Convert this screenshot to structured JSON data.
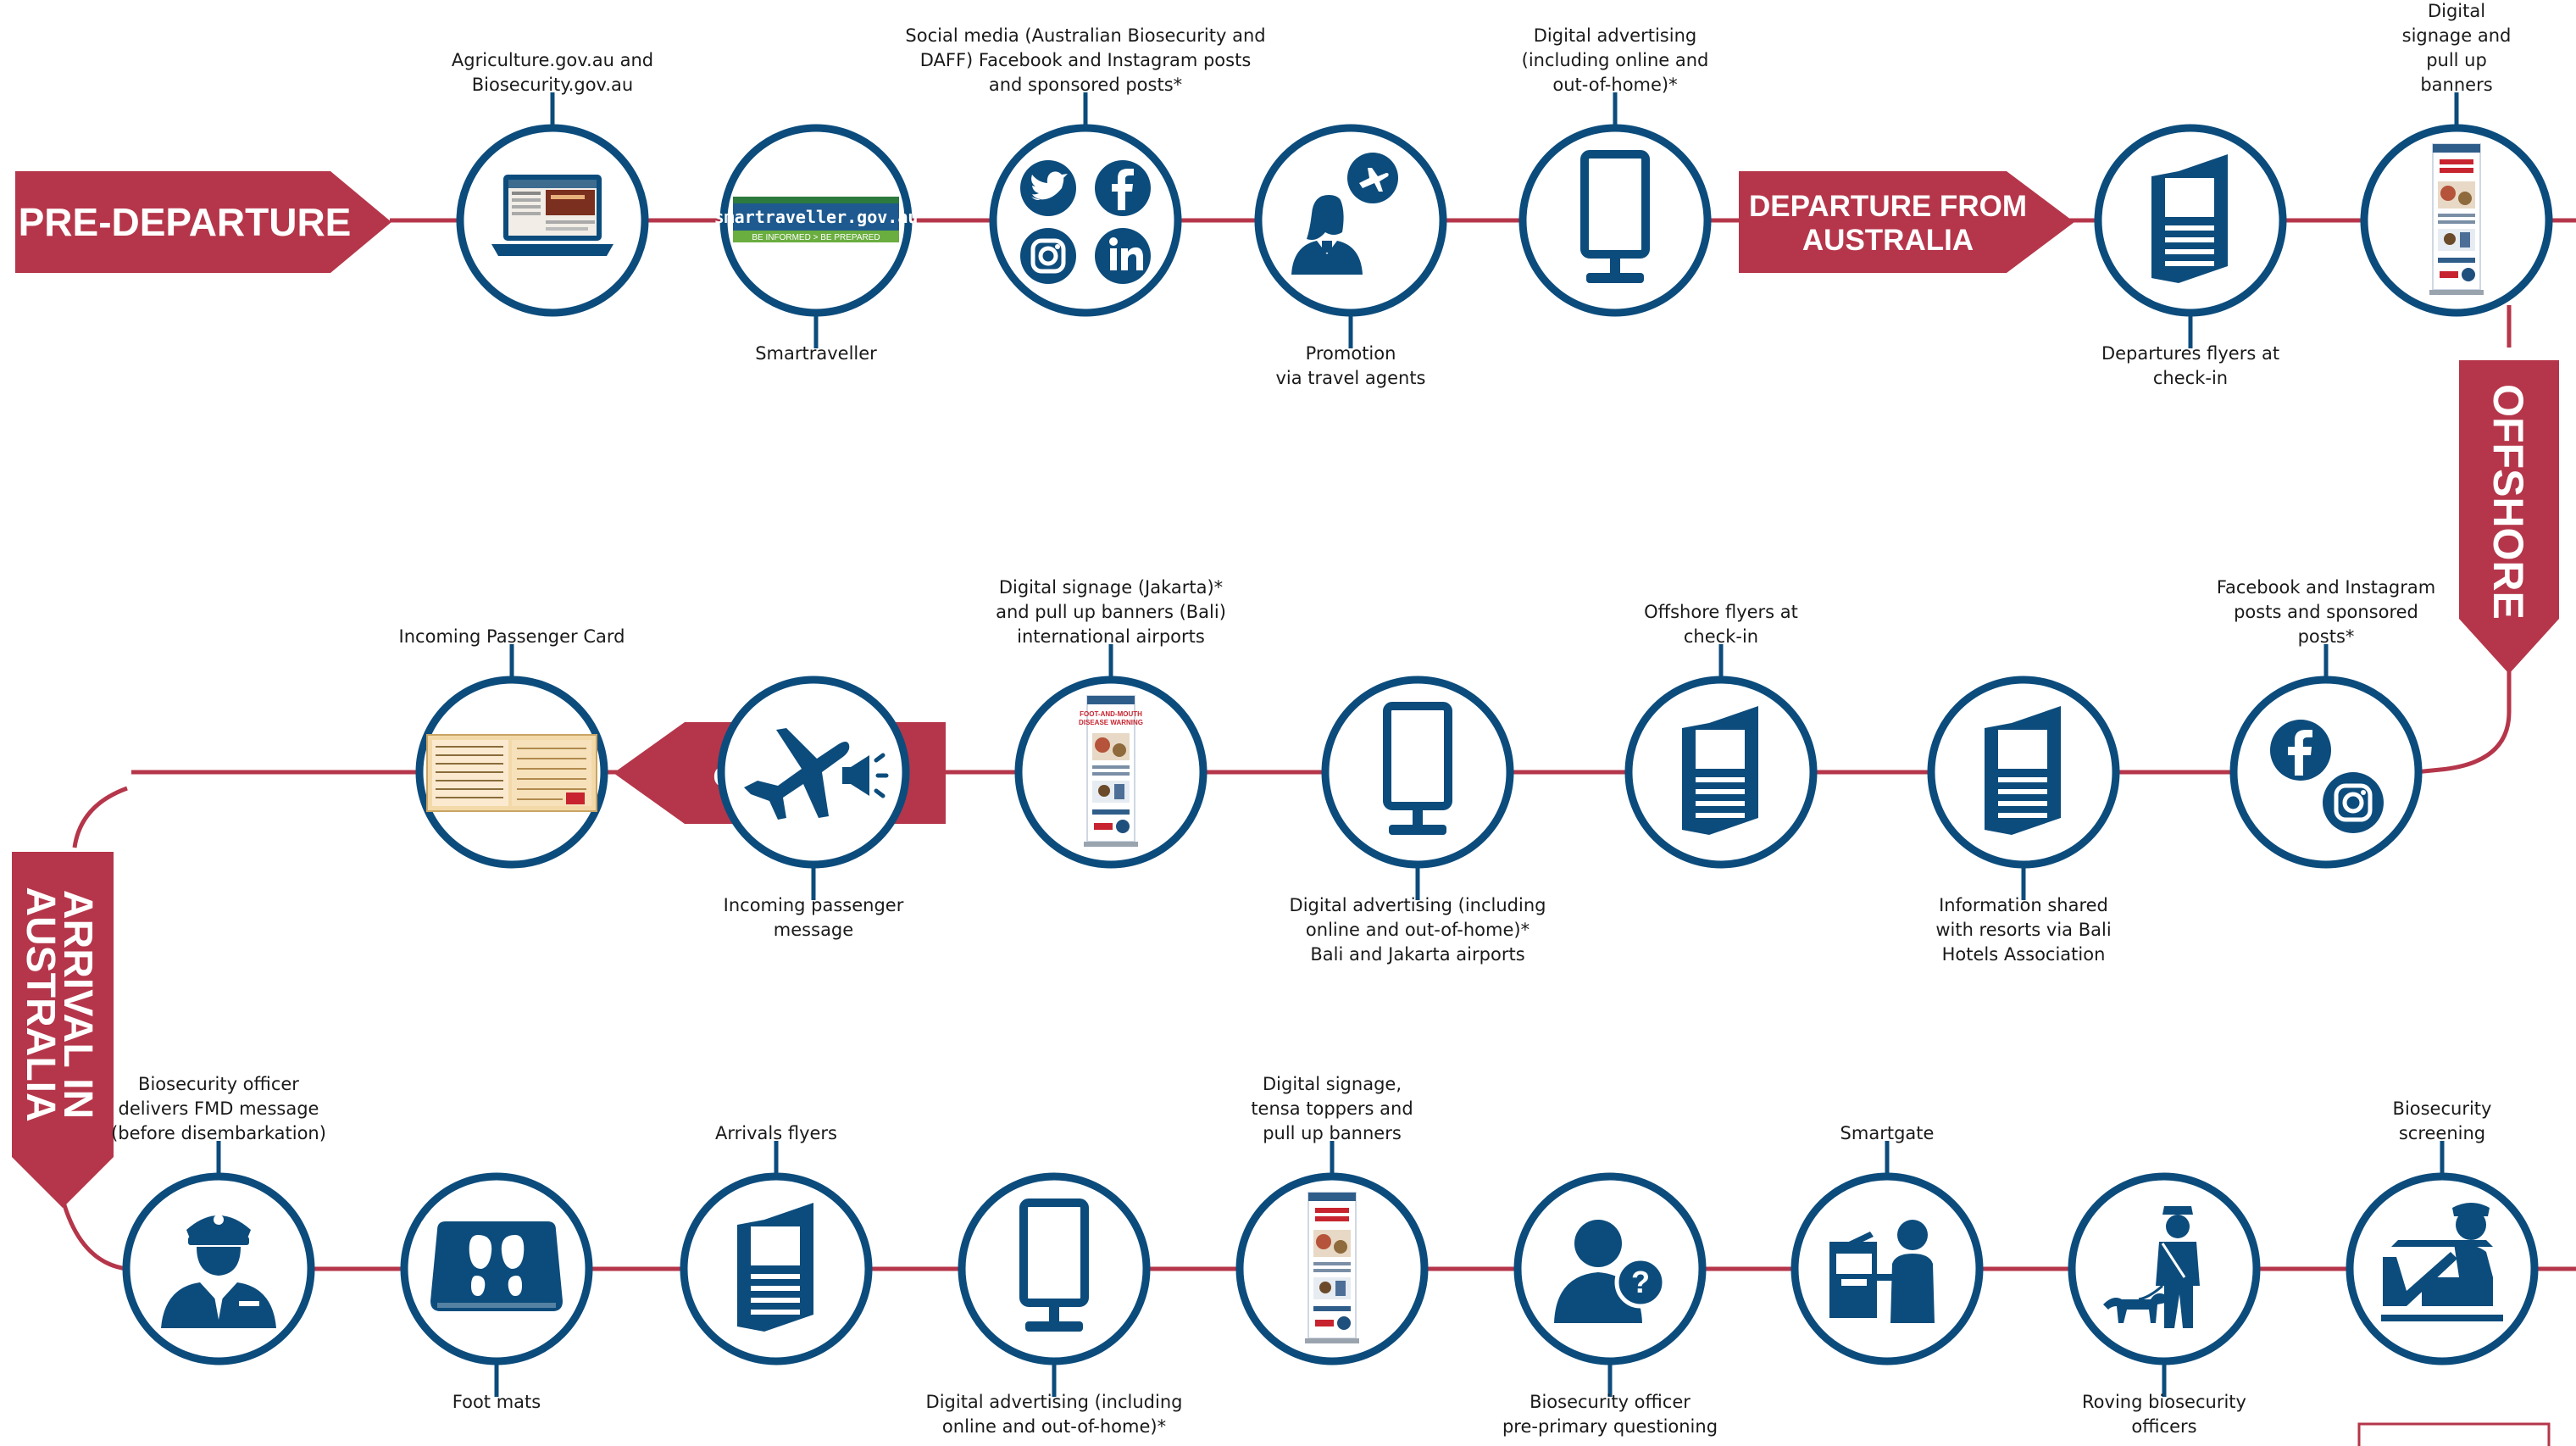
{
  "colors": {
    "line": "#b5364a",
    "circle": "#0c4c7c",
    "banner": "#b5364a",
    "text": "#1a1a1a"
  },
  "banners": {
    "pre_departure": "PRE-DEPARTURE",
    "departure": [
      "DEPARTURE FROM",
      "AUSTRALIA"
    ],
    "offshore": "OFFSHORE",
    "on_board": "ON-BOARD",
    "arrival": [
      "ARRIVAL IN",
      "AUSTRALIA"
    ]
  },
  "row1": [
    {
      "label": "Agriculture.gov.au and\nBiosecurity.gov.au",
      "pos": "top",
      "icon": "laptop-website-icon"
    },
    {
      "label": "Smartraveller",
      "pos": "bottom",
      "icon": "smartraveller-logo-icon",
      "logo_text": "smartraveller.gov.au",
      "logo_sub": "BE INFORMED  >  BE PREPARED"
    },
    {
      "label": "Social media (Australian Biosecurity and\nDAFF) Facebook and Instagram posts\nand sponsored posts*",
      "pos": "top",
      "icon": "social-media-icons"
    },
    {
      "label": "Promotion\nvia travel agents",
      "pos": "bottom",
      "icon": "travel-agent-icon"
    },
    {
      "label": "Digital advertising\n(including online and\nout-of-home)*",
      "pos": "top",
      "icon": "digital-screen-icon"
    },
    {
      "label": "Departures flyers at\ncheck-in",
      "pos": "bottom",
      "icon": "flyer-icon"
    },
    {
      "label": "Digital signage and\npull up banners",
      "pos": "top",
      "icon": "pull-up-banner-icon"
    }
  ],
  "row2": [
    {
      "label": "Facebook and Instagram\nposts and sponsored\nposts*",
      "pos": "top",
      "icon": "facebook-instagram-icons"
    },
    {
      "label": "Information shared\nwith resorts via Bali\nHotels Association",
      "pos": "bottom",
      "icon": "flyer-icon"
    },
    {
      "label": "Offshore flyers at\ncheck-in",
      "pos": "top",
      "icon": "flyer-icon"
    },
    {
      "label": "Digital advertising (including\nonline and out-of-home)*\nBali and Jakarta airports",
      "pos": "bottom",
      "icon": "digital-screen-icon"
    },
    {
      "label": "Digital signage (Jakarta)*\nand pull up banners (Bali)\ninternational airports",
      "pos": "top",
      "icon": "fmd-banner-icon"
    },
    {
      "label": "Incoming passenger\nmessage",
      "pos": "bottom",
      "icon": "plane-megaphone-icon"
    },
    {
      "label": "Incoming Passenger Card",
      "pos": "top",
      "icon": "passenger-card-icon"
    }
  ],
  "row3": [
    {
      "label": "Biosecurity officer\ndelivers FMD message\n(before disembarkation)",
      "pos": "top",
      "icon": "officer-icon"
    },
    {
      "label": "Foot mats",
      "pos": "bottom",
      "icon": "foot-mat-icon"
    },
    {
      "label": "Arrivals flyers",
      "pos": "top",
      "icon": "flyer-icon"
    },
    {
      "label": "Digital advertising (including\nonline and out-of-home)*",
      "pos": "bottom",
      "icon": "digital-screen-icon"
    },
    {
      "label": "Digital signage,\ntensa toppers and\npull up banners",
      "pos": "top",
      "icon": "pull-up-banner-icon"
    },
    {
      "label": "Biosecurity officer\npre-primary questioning",
      "pos": "bottom",
      "icon": "person-question-icon"
    },
    {
      "label": "Smartgate",
      "pos": "top",
      "icon": "smartgate-icon"
    },
    {
      "label": "Roving biosecurity\nofficers",
      "pos": "bottom",
      "icon": "detector-dog-officer-icon"
    },
    {
      "label": "Biosecurity screening",
      "pos": "top",
      "icon": "baggage-screening-icon"
    }
  ]
}
